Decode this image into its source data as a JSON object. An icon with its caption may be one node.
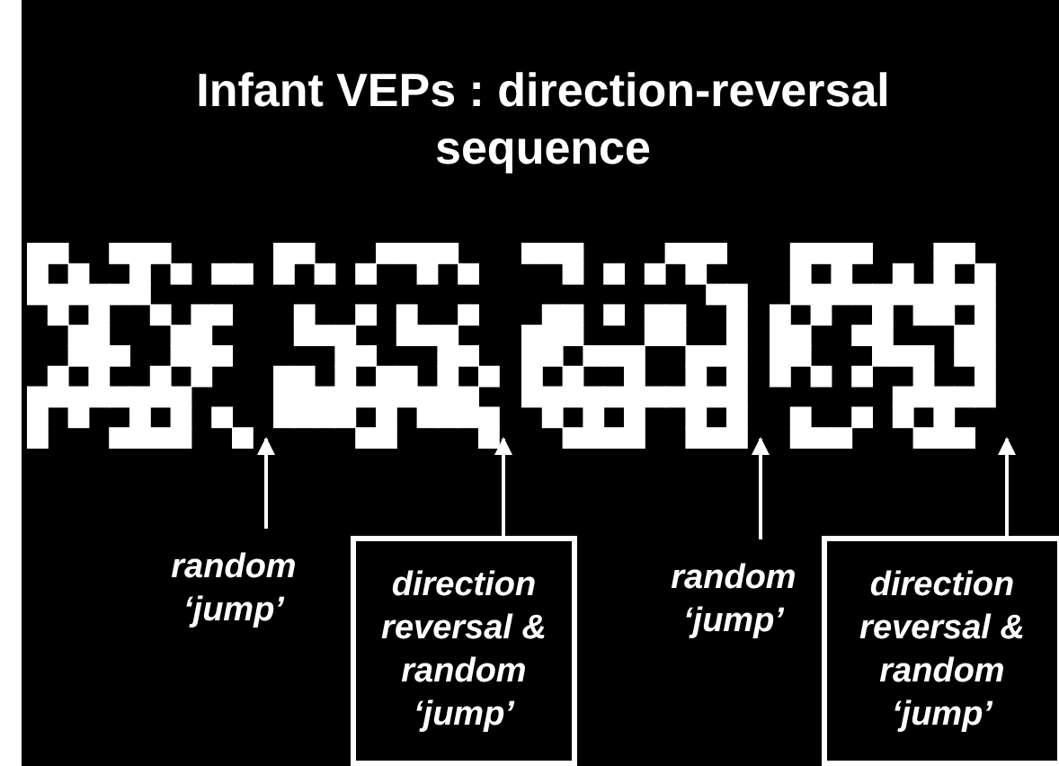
{
  "diagram": {
    "title": "Infant VEPs : direction-reversal sequence",
    "nodes": [
      {
        "text": [
          "random ‘jump’"
        ]
      },
      {
        "text": [
          "direction reversal & random ‘jump’"
        ]
      },
      {
        "text": [
          "random ‘jump’"
        ]
      },
      {
        "text": [
          "direction reversal & random ‘jump’"
        ]
      }
    ],
    "edges": [
      {
        "from": 0,
        "to": null,
        "arrow": "to"
      },
      {
        "from": 1,
        "to": null,
        "arrow": "to"
      },
      {
        "from": 2,
        "to": null,
        "arrow": "to"
      },
      {
        "from": 3,
        "to": null,
        "arrow": "to"
      }
    ]
  }
}
